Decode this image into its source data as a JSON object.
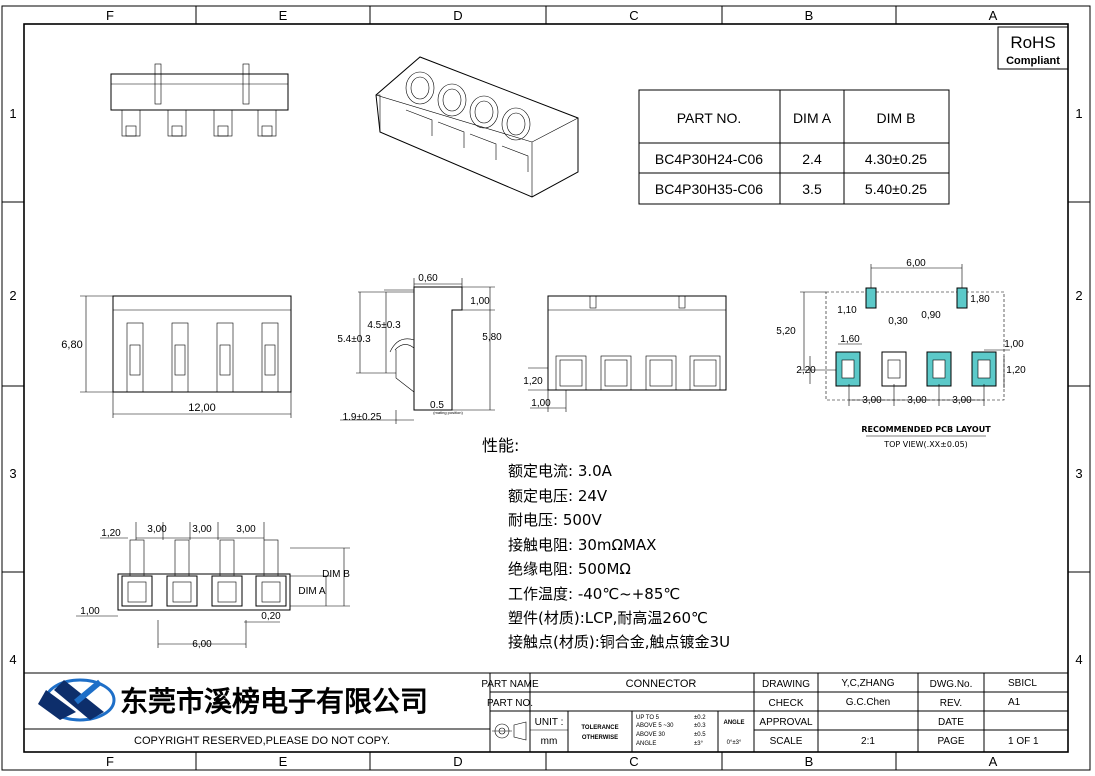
{
  "frame": {
    "col_letters": [
      "F",
      "E",
      "D",
      "C",
      "B",
      "A"
    ],
    "row_numbers": [
      "1",
      "2",
      "3",
      "4"
    ]
  },
  "rohs": {
    "line1": "RoHS",
    "line2": "Compliant"
  },
  "part_table": {
    "headers": [
      "PART NO.",
      "DIM A",
      "DIM B"
    ],
    "rows": [
      [
        "BC4P30H24-C06",
        "2.4",
        "4.30±0.25"
      ],
      [
        "BC4P30H35-C06",
        "3.5",
        "5.40±0.25"
      ]
    ]
  },
  "dims": {
    "front_height": "6,80",
    "front_width": "12,00",
    "side_060": "0,60",
    "side_100": "1,00",
    "side_45": "4.5±0.3",
    "side_54": "5.4±0.3",
    "side_580": "5,80",
    "side_05": "0.5",
    "side_19": "1.9±0.25",
    "side_note": "(mating position)",
    "rear_120": "1,20",
    "rear_100": "1,00",
    "pcb_600": "6,00",
    "pcb_110": "1,10",
    "pcb_180": "1,80",
    "pcb_030": "0,30",
    "pcb_090": "0,90",
    "pcb_520": "5,20",
    "pcb_160": "1,60",
    "pcb_100": "1,00",
    "pcb_220": "2,20",
    "pcb_120": "1,20",
    "pcb_pitch": [
      "3,00",
      "3,00",
      "3,00"
    ],
    "pcb_title": "RECOMMENDED PCB LAYOUT",
    "pcb_sub": "TOP VIEW(.XX±0.05)",
    "bot_120": "1,20",
    "bot_pitch": [
      "3,00",
      "3,00",
      "3,00"
    ],
    "bot_dimb": "DIM B",
    "bot_dima": "DIM A",
    "bot_100": "1,00",
    "bot_020": "0,20",
    "bot_600": "6,00"
  },
  "specs": {
    "title": "性能:",
    "lines": [
      "额定电流: 3.0A",
      "额定电压: 24V",
      "耐电压: 500V",
      "接触电阻: 30mΩMAX",
      "绝缘电阻: 500MΩ",
      "工作温度: -40℃~+85℃",
      "塑件(材质):LCP,耐高温260℃",
      "接触点(材质):铜合金,触点镀金3U"
    ]
  },
  "title_block": {
    "company": "东莞市溪榜电子有限公司",
    "company_highlight": "溪榜电子",
    "copyright": "COPYRIGHT RESERVED,PLEASE DO NOT COPY.",
    "part_name_label": "PART NAME",
    "part_name": "CONNECTOR",
    "part_no_label": "PART NO.",
    "unit_label": "UNIT :",
    "unit": "mm",
    "tol_label1": "TOLERANCE",
    "tol_label2": "OTHERWISE",
    "tol_ranges": [
      "UP TO 5",
      "ABOVE 5 ~30",
      "ABOVE 30",
      "ANGLE"
    ],
    "tol_values": [
      "±0.2",
      "±0.3",
      "±0.5",
      "±3°"
    ],
    "angle_label": "ANGLE",
    "angle_value": "0°±3°",
    "drawing_label": "DRAWING",
    "drawing": "Y,C,ZHANG",
    "check_label": "CHECK",
    "check": "G.C.Chen",
    "approval_label": "APPROVAL",
    "scale_label": "SCALE",
    "scale": "2:1",
    "dwg_label": "DWG.No.",
    "dwg": "SBICL",
    "rev_label": "REV.",
    "rev": "A1",
    "date_label": "DATE",
    "date": "",
    "page_label": "PAGE",
    "page": "1 OF 1"
  }
}
